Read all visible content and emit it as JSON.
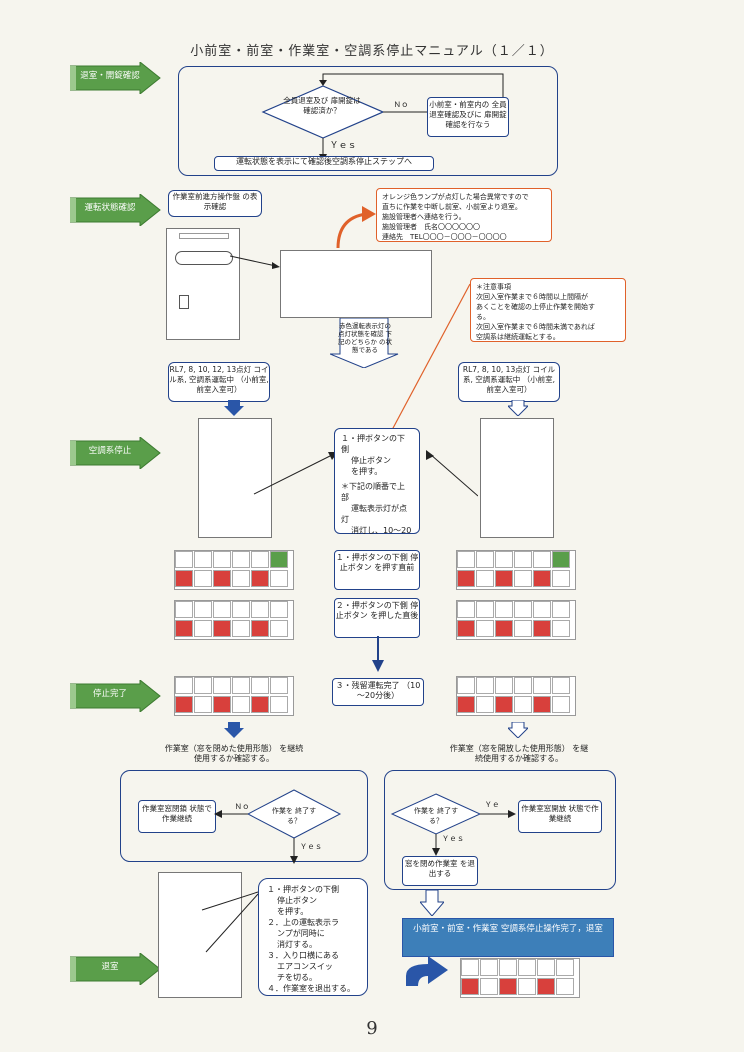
{
  "title": "小前室・前室・作業室・空調系停止マニュアル（１／１）",
  "steps": {
    "s1": "退室・開錠確認",
    "s2": "運転状態確認",
    "s3": "空調系停止",
    "s4": "停止完了",
    "s5": "退室"
  },
  "flow1": {
    "decision": "全員退室及び 扉開錠は 確認済か？",
    "no": "Ｎｏ",
    "yes": "Ｙｅｓ",
    "action": "小前室・前室内の 全員退室確認及びに 扉開錠確認を行なう",
    "result": "運転状態を表示にて確認後空調系停止ステップへ"
  },
  "confirm_box": "作業室前進方操作盤 の表示確認",
  "orange_note": {
    "line1": "オレンジ色ランプが点灯した場合異常ですので",
    "line2": "直ちに作業を中断し前室、小前室より退室。",
    "line3": "施設管理者へ連絡を行う。",
    "line4": "施設管理者　氏名〇〇〇〇〇〇",
    "line5": "連絡先　TEL〇〇〇－〇〇〇－〇〇〇〇"
  },
  "caution_note": {
    "line1": "＊注意事項",
    "line2": "次回入室作業まで６時間以上間隔が",
    "line3": "あくことを確認の上停止作業を開始す",
    "line4": "る。",
    "line5": "次回入室作業まで６時間未満であれば",
    "line6": "空調系は継続運転とする。"
  },
  "arrow_note": "赤色運転表示灯の 点灯状態を確認 下記のどちらか の状態である",
  "left_state": "RL7, 8, 10, 12, 13点灯 コイル系, 空調系運転中 （小前室, 前室入室可）",
  "right_state": "RL7, 8, 10, 13点灯 コイル系, 空調系運転中 （小前室, 前室入室可）",
  "center_instr": {
    "l1": "１・押ボタンの下",
    "l2": "側",
    "l3": "停止ボタン",
    "l4": "を押す。",
    "l5": "＊下記の順番で上",
    "l6": "部",
    "l7": "運転表示灯が点",
    "l8": "灯",
    "l9": "消灯し、10～20"
  },
  "stage1": "１・押ボタンの下側 停止ボタン を押す直前",
  "stage2": "２・押ボタンの下側 停止ボタン を押した直後",
  "stage3": "３・残留運転完了 （10～20分後）",
  "left_q": "作業室（窓を閉めた使用形態） を継続使用するか確認する。",
  "right_q": "作業室（窓を開放した使用形態） を継続使用するか確認する。",
  "left_dec": {
    "box": "作業室窓閉鎖 状態で作業継続",
    "no": "Ｎｏ",
    "q": "作業を 終了する？",
    "yes": "Ｙｅｓ"
  },
  "right_dec": {
    "box": "作業室窓開放 状態で作業継続",
    "no": "Ｙｅ",
    "q": "作業を 終了する？",
    "yes": "Ｙｅｓ",
    "exit": "窓を閉め作業室 を退出する"
  },
  "final_instr": {
    "l1": "１・押ボタンの下側",
    "l2": "停止ボタン",
    "l3": "を押す。",
    "l4": "２．上の運転表示ラ",
    "l5": "ンプが同時に",
    "l6": "消灯する。",
    "l7": "３．入り口横にある",
    "l8": "エアコンスイッ",
    "l9": "チを切る。",
    "l10": "４．作業室を退出する。"
  },
  "complete": "小前室・前室・作業室 空調系停止操作完了，退室",
  "page_number": "9",
  "colors": {
    "step_green": "#5a9e4a",
    "blue": "#22428a",
    "orange": "#e0612a",
    "red_lamp": "#d8403c",
    "green_lamp": "#5a9e4a"
  }
}
